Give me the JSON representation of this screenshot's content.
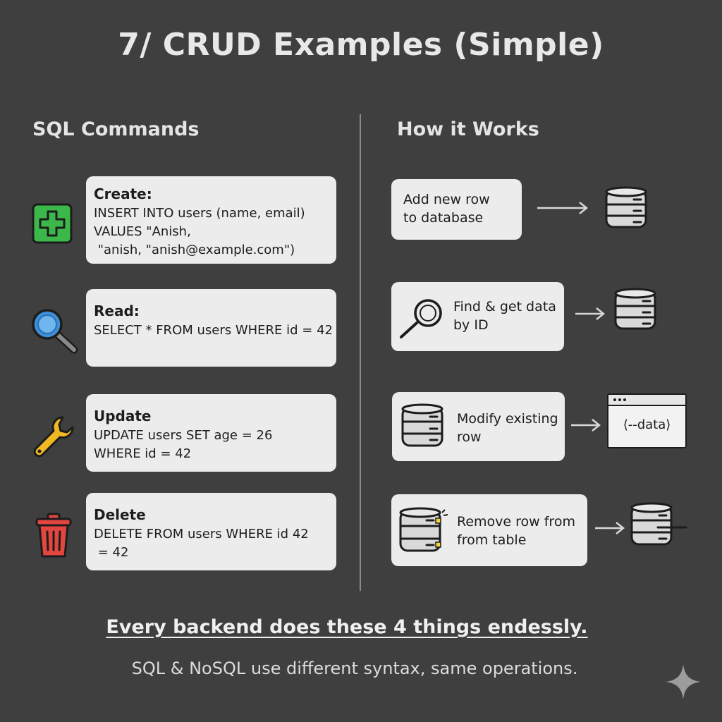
{
  "title": "7/ CRUD Examples (Simple)",
  "columns": {
    "left_heading": "SQL Commands",
    "right_heading": "How it Works"
  },
  "operations": [
    {
      "label": "Create:",
      "icon": "plus-square-icon",
      "icon_color": "#3cb84a",
      "sql_lines": [
        "INSERT INTO users (name, email)",
        "VALUES \"Anish,",
        " \"anish, \"anish@example.com\")"
      ],
      "how_lines": [
        "Add new row",
        "to database"
      ]
    },
    {
      "label": "Read:",
      "icon": "magnifier-icon",
      "icon_color": "#3d8fd8",
      "sql_lines": [
        "SELECT * FROM users WHERE id = 42"
      ],
      "how_lines": [
        "Find & get data",
        "by ID"
      ]
    },
    {
      "label": "Update",
      "icon": "wrench-icon",
      "icon_color": "#f2b824",
      "sql_lines": [
        "UPDATE users SET age = 26",
        "WHERE id = 42"
      ],
      "how_lines": [
        "Modify existing",
        "row"
      ],
      "result_text": "⟨--data⟩"
    },
    {
      "label": "Delete",
      "icon": "trash-can-icon",
      "icon_color": "#e2463f",
      "sql_lines": [
        "DELETE FROM users WHERE id 42",
        " = 42"
      ],
      "how_lines": [
        "Remove row from",
        "from table"
      ]
    }
  ],
  "footer": {
    "headline": "Every backend does these 4 things endessly.",
    "subline": "SQL & NoSQL use different syntax, same operations."
  }
}
